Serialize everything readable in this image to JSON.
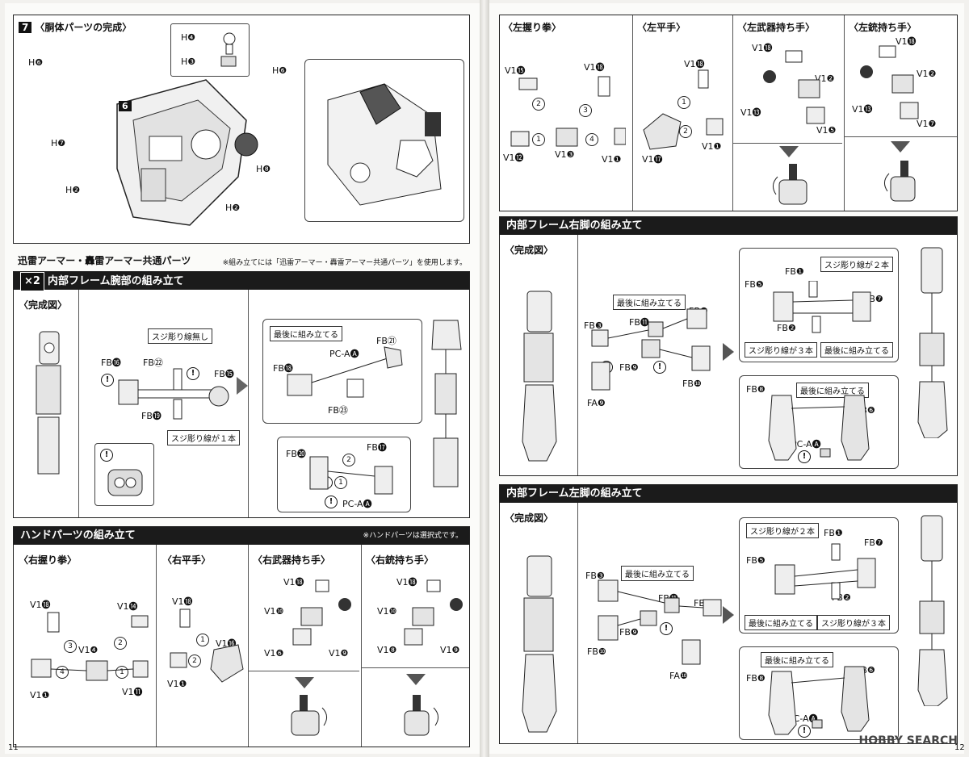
{
  "left": {
    "page_number": "11",
    "step7": {
      "step": "7",
      "title": "〈胴体パーツの完成〉",
      "badge": "6",
      "labels": [
        "H❻",
        "H❹",
        "H❸",
        "H❻",
        "H❼",
        "H❽",
        "H❷",
        "H❷"
      ]
    },
    "common": {
      "title": "迅雷アーマー・轟雷アーマー共通パーツ",
      "note": "※組み立てには「迅雷アーマー・轟雷アーマー共通パーツ」を使用します。",
      "arm_header": "内部フレーム腕部の組み立て",
      "multiplier": "×2",
      "complete_label": "〈完成図〉",
      "callout_no_line": "スジ彫り線無し",
      "callout_one_line": "スジ彫り線が１本",
      "callout_last": "最後に組み立てる",
      "parts": [
        "FB⓰",
        "FB㉒",
        "FB⓯",
        "FB⓳",
        "FB⓲",
        "PC-A🅐",
        "FB㉑",
        "FB㉓",
        "FB⓴",
        "FB⓱",
        "PC-A🅐"
      ]
    },
    "hands": {
      "header": "ハンドパーツの組み立て",
      "note": "※ハンドパーツは選択式です。",
      "panels": [
        {
          "title": "〈右握り拳〉",
          "labels": [
            "V1⓲",
            "V1⓮",
            "V1❹",
            "V1❶",
            "V1⓫"
          ]
        },
        {
          "title": "〈右平手〉",
          "labels": [
            "V1⓲",
            "V1⓰",
            "V1❶"
          ]
        },
        {
          "title": "〈右武器持ち手〉",
          "labels": [
            "V1⓲",
            "V1❿",
            "V1❻",
            "V1❾"
          ]
        },
        {
          "title": "〈右銃持ち手〉",
          "labels": [
            "V1⓲",
            "V1❿",
            "V1❽",
            "V1❾"
          ]
        }
      ]
    }
  },
  "right": {
    "page_number": "12",
    "hands": [
      {
        "title": "〈左握り拳〉",
        "labels": [
          "V1⓯",
          "V1⓲",
          "V1⓬",
          "V1❸",
          "V1❶"
        ]
      },
      {
        "title": "〈左平手〉",
        "labels": [
          "V1⓲",
          "V1⓱",
          "V1❶"
        ]
      },
      {
        "title": "〈左武器持ち手〉",
        "labels": [
          "V1⓲",
          "V1❷",
          "V1⓭",
          "V1❺"
        ]
      },
      {
        "title": "〈左銃持ち手〉",
        "labels": [
          "V1⓲",
          "V1❷",
          "V1⓭",
          "V1❼"
        ]
      }
    ],
    "right_leg": {
      "header": "内部フレーム右脚の組み立て",
      "complete_label": "〈完成図〉",
      "callout_last": "最後に組み立てる",
      "callout_two": "スジ彫り線が２本",
      "callout_three": "スジ彫り線が３本",
      "parts": [
        "FB❹",
        "FB⓫",
        "FB❸",
        "FB❾",
        "FB❿",
        "FA❾",
        "FB❶",
        "FB❺",
        "FB❼",
        "FB❷",
        "FB❽",
        "FB❻",
        "PC-A🅐"
      ]
    },
    "left_leg": {
      "header": "内部フレーム左脚の組み立て",
      "complete_label": "〈完成図〉",
      "callout_last": "最後に組み立てる",
      "callout_two": "スジ彫り線が２本",
      "callout_three": "スジ彫り線が３本",
      "parts": [
        "FB❸",
        "FB⓫",
        "FB❹",
        "FB❾",
        "FB❿",
        "FA❿",
        "FB❶",
        "FB❺",
        "FB❼",
        "FB❷",
        "FB❽",
        "FB❻",
        "PC-A🅐"
      ]
    },
    "watermark": "HOBBY SEARCH"
  }
}
